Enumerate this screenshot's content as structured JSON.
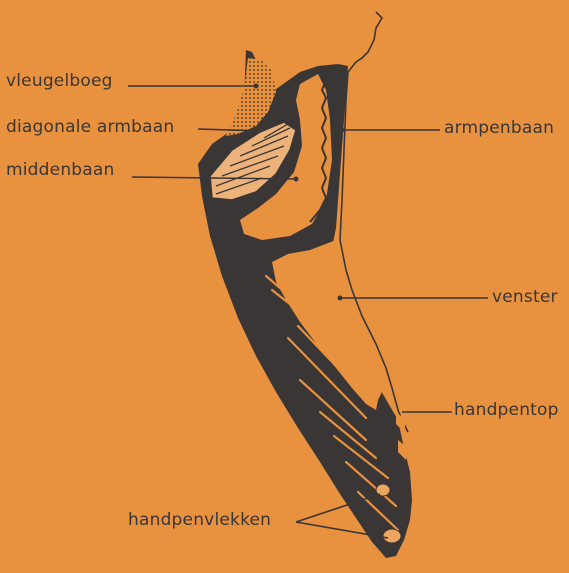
{
  "labels": {
    "vleugelboeg": "vleugelboeg",
    "diagonale_armbaan": "diagonale armbaan",
    "middenbaan": "middenbaan",
    "armpenbaan": "armpenbaan",
    "venster": "venster",
    "handpentop": "handpentop",
    "handpenvlekken": "handpenvlekken"
  },
  "colors": {
    "background": "#e8913f",
    "ink": "#3a3636",
    "light_patch": "#eda660",
    "stripe_fill": "#ecb27a"
  }
}
